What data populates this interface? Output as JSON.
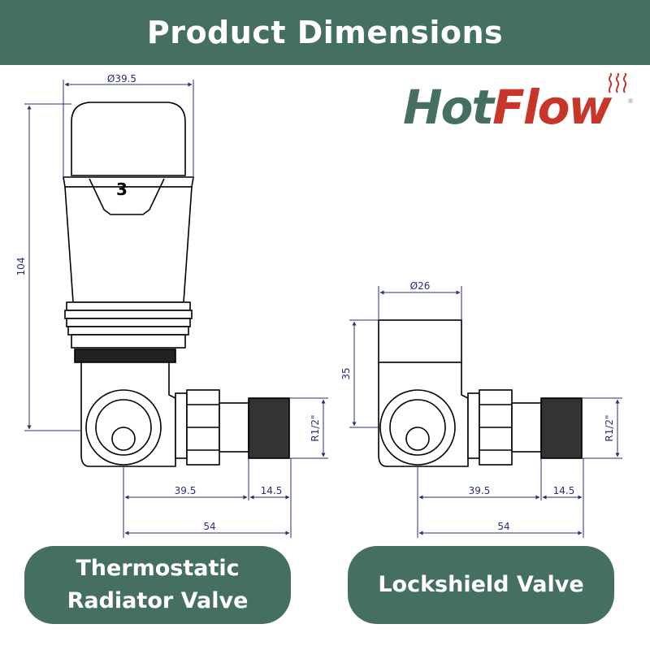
{
  "header": {
    "title": "Product Dimensions"
  },
  "logo": {
    "part1": "Hot",
    "part2": "Flow",
    "reg": "®",
    "colors": {
      "green": "#466f64",
      "red": "#c8352b"
    }
  },
  "thermostatic": {
    "diameter_label": "Ø39.5",
    "height_label": "104",
    "dial_number": "3",
    "thread_label": "R1/2\"",
    "body_width_label": "39.5",
    "tail_width_label": "14.5",
    "total_width_label": "54"
  },
  "lockshield": {
    "diameter_label": "Ø26",
    "height_label": "35",
    "thread_label": "R1/2\"",
    "body_width_label": "39.5",
    "tail_width_label": "14.5",
    "total_width_label": "54"
  },
  "labels": {
    "thermostatic_label": "Thermostatic Radiator Valve",
    "lockshield_label": "Lockshield Valve"
  },
  "colors": {
    "header_bg": "#466f64",
    "dimension_lines": "#2a2f78",
    "drawing_lines": "#000000"
  }
}
